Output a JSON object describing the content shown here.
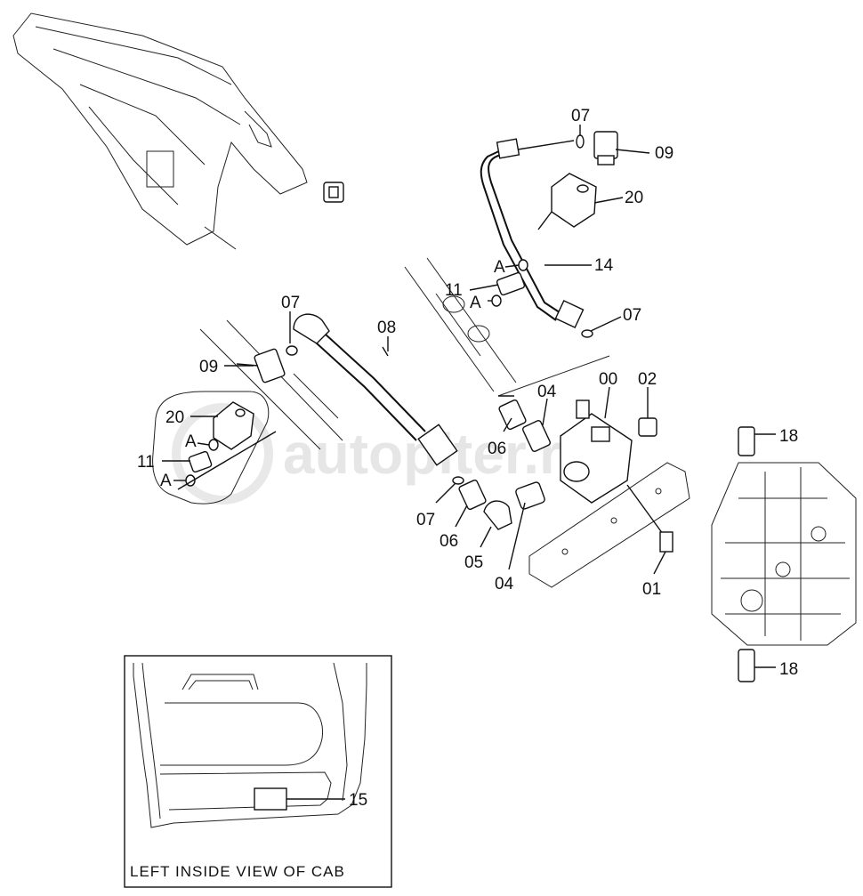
{
  "watermark": "autopiter.ru",
  "inset": {
    "caption": "LEFT INSIDE VIEW OF CAB",
    "part_label": "15"
  },
  "labels": {
    "l07a": "07",
    "l09a": "09",
    "l20a": "20",
    "l14": "14",
    "lAa": "A",
    "l11a": "11",
    "lAb": "A",
    "l07b": "07",
    "l07c": "07",
    "l08": "08",
    "l09b": "09",
    "l20b": "20",
    "lAc": "A",
    "l11b": "11",
    "lAd": "A",
    "l04a": "04",
    "l00": "00",
    "l02": "02",
    "l06a": "06",
    "l07d": "07",
    "l06b": "06",
    "l05": "05",
    "l04b": "04",
    "l01": "01",
    "l18a": "18",
    "l18b": "18"
  }
}
